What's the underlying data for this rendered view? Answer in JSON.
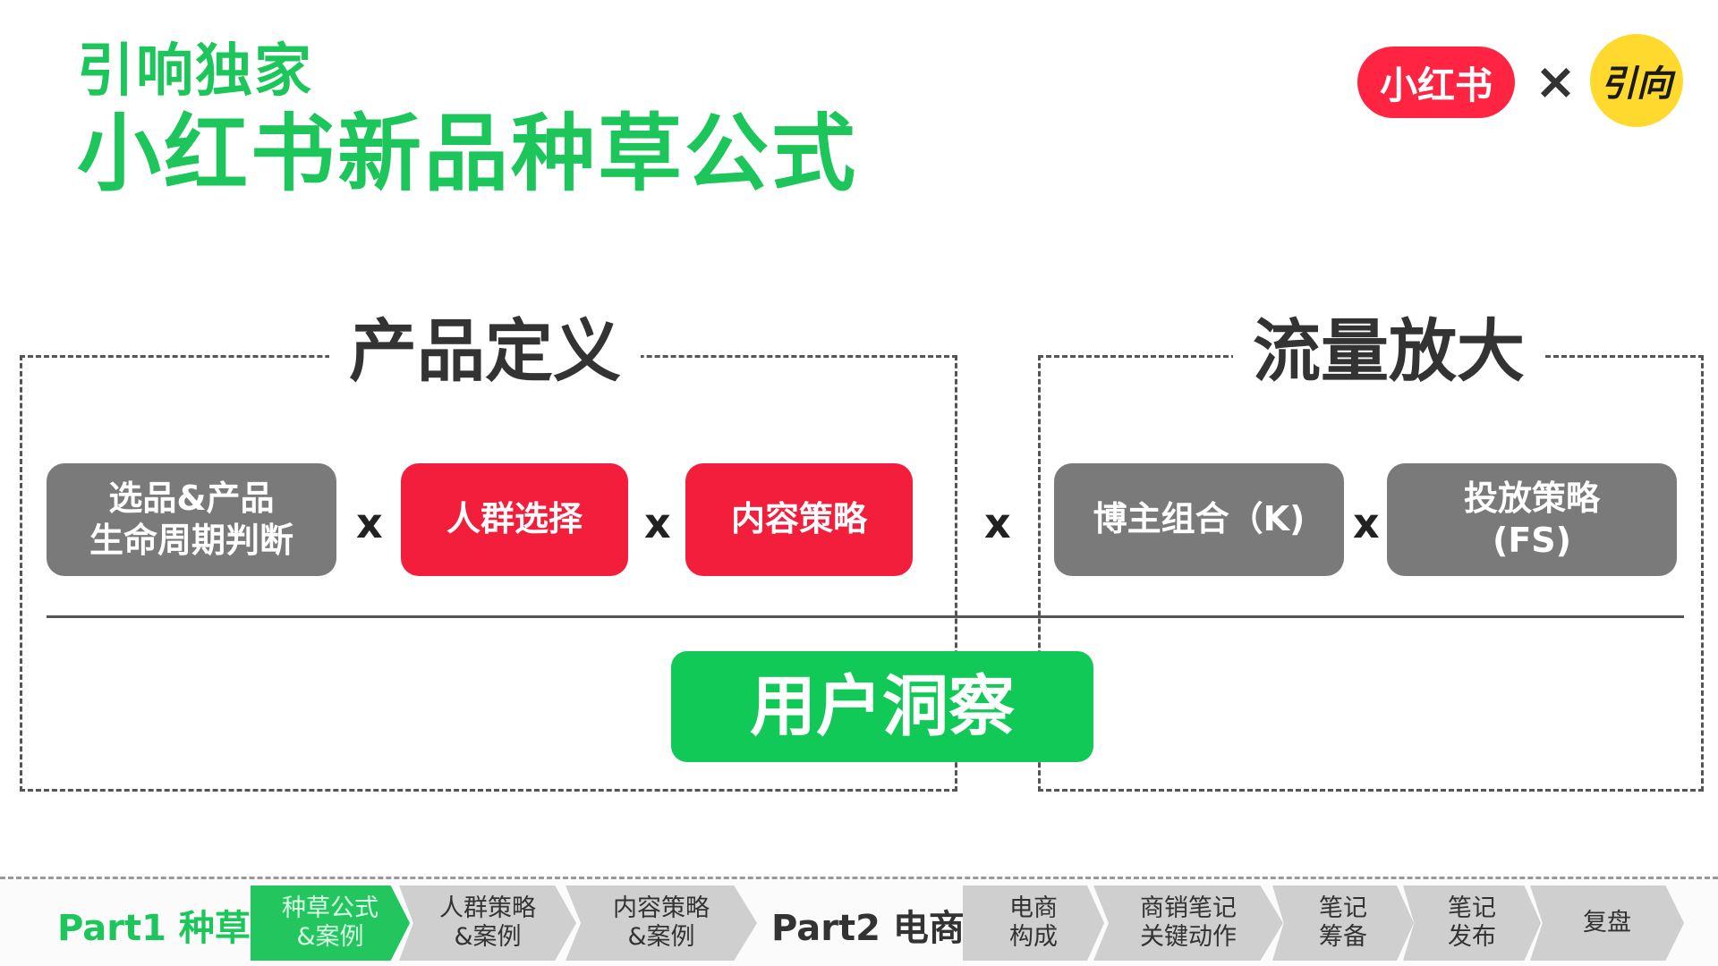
{
  "header": {
    "subtitle": "引响独家",
    "title": "小红书新品种草公式"
  },
  "logos": {
    "xhs_label": "小红书",
    "times": "×",
    "yinxiang_label": "引向"
  },
  "sections": {
    "left_title": "产品定义",
    "right_title": "流量放大"
  },
  "factors": {
    "f1": "选品&产品\n生命周期判断",
    "f2": "人群选择",
    "f3": "内容策略",
    "f4": "博主组合（K)",
    "f5": "投放策略\n(FS)"
  },
  "multipliers": [
    "x",
    "x",
    "x",
    "x"
  ],
  "foundation": "用户洞察",
  "nav": {
    "part1": "Part1 种草",
    "part2": "Part2 电商",
    "part1_items": [
      "种草公式\n&案例",
      "人群策略\n&案例",
      "内容策略\n&案例"
    ],
    "part2_items": [
      "电商\n构成",
      "商销笔记\n关键动作",
      "笔记\n筹备",
      "笔记\n发布",
      "复盘"
    ],
    "active_index": 0
  },
  "colors": {
    "brand_green": "#1dc65a",
    "red": "#f21e3c",
    "gray": "#7a7a7a",
    "xhs_red": "#ff2442",
    "yellow": "#ffd92e"
  }
}
